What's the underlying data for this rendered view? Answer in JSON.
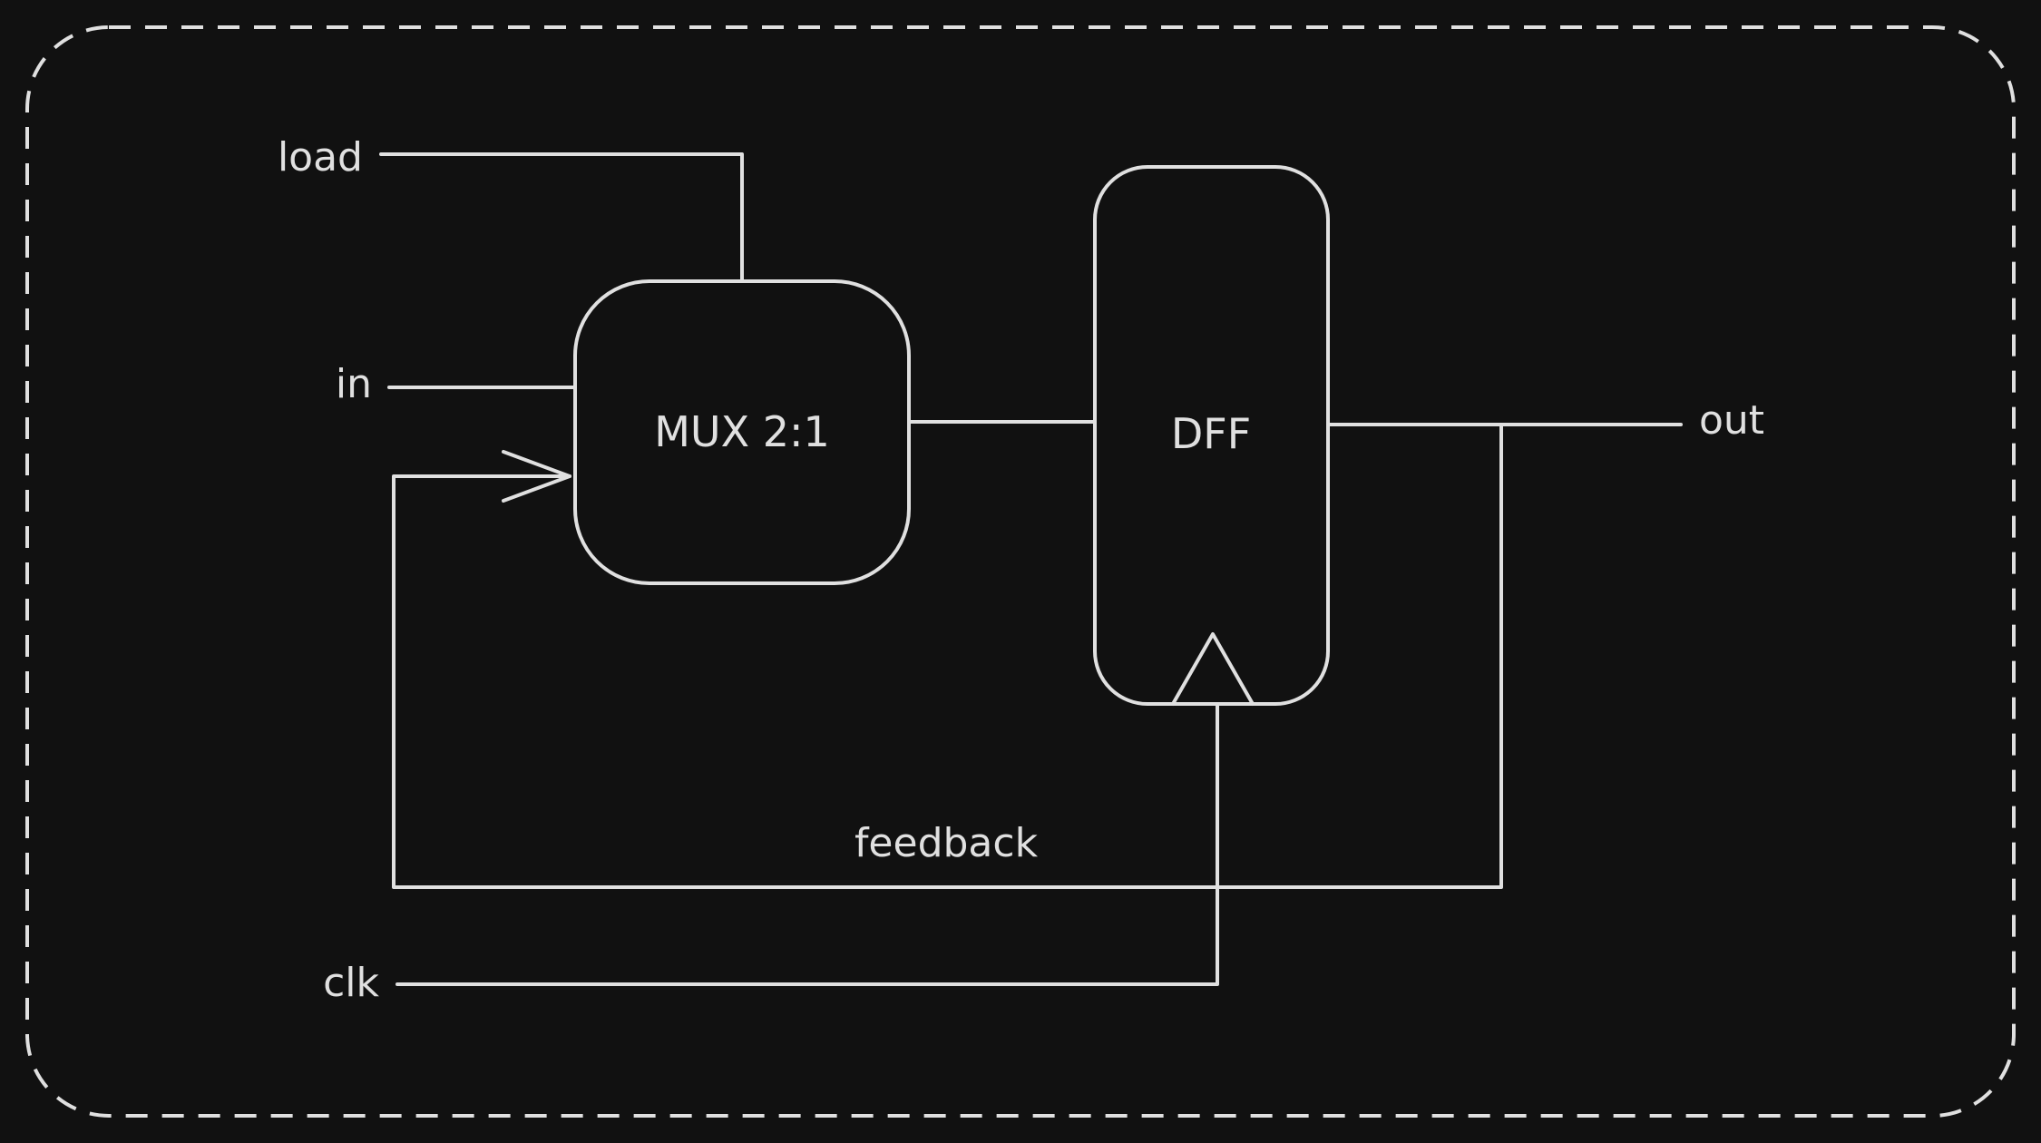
{
  "colors": {
    "background": "#111111",
    "stroke": "#e0e0e0",
    "text": "#e0e0e0"
  },
  "blocks": {
    "mux": {
      "label": "MUX 2:1"
    },
    "dff": {
      "label": "DFF"
    }
  },
  "signals": {
    "load": "load",
    "in": "in",
    "out": "out",
    "clk": "clk",
    "feedback": "feedback"
  }
}
